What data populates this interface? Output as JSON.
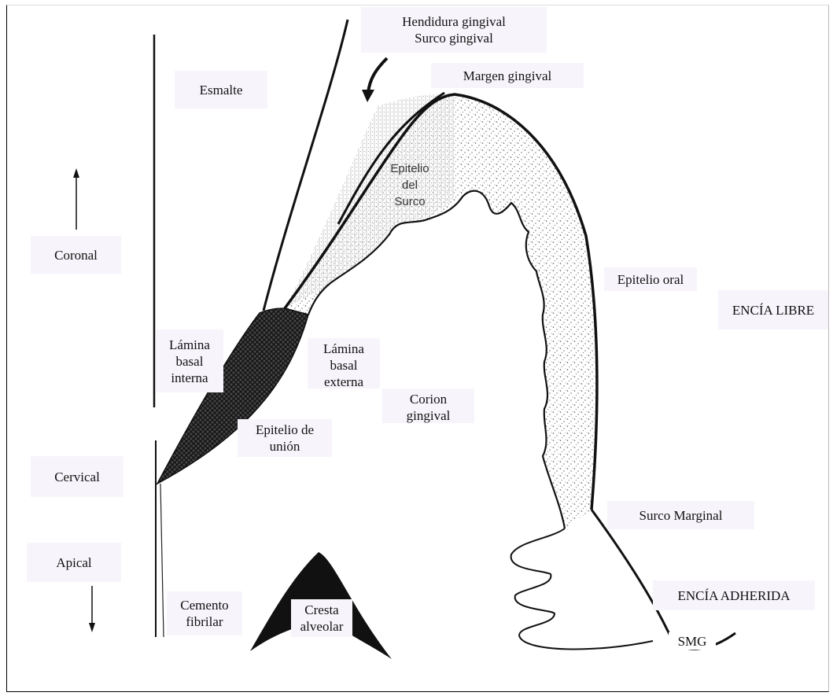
{
  "labels": {
    "hendidura": "Hendidura gingival\nSurco gingival",
    "margen": "Margen gingival",
    "esmalte": "Esmalte",
    "coronal": "Coronal",
    "epitelio_oral": "Epitelio oral",
    "encia_libre": "ENCÍA LIBRE",
    "lamina_interna": "Lámina\nbasal\ninterna",
    "lamina_externa": "Lámina\nbasal\nexterna",
    "corion": "Corion\ngingival",
    "epitelio_union": "Epitelio de\nunión",
    "cervical": "Cervical",
    "surco_marginal": "Surco Marginal",
    "apical": "Apical",
    "encia_adherida": "ENCÍA ADHERIDA",
    "cemento": "Cemento\nfibrilar",
    "cresta": "Cresta\nalveolar",
    "smg": "SMG",
    "epitelio_surco": "Epitelio\ndel\nSurco"
  }
}
